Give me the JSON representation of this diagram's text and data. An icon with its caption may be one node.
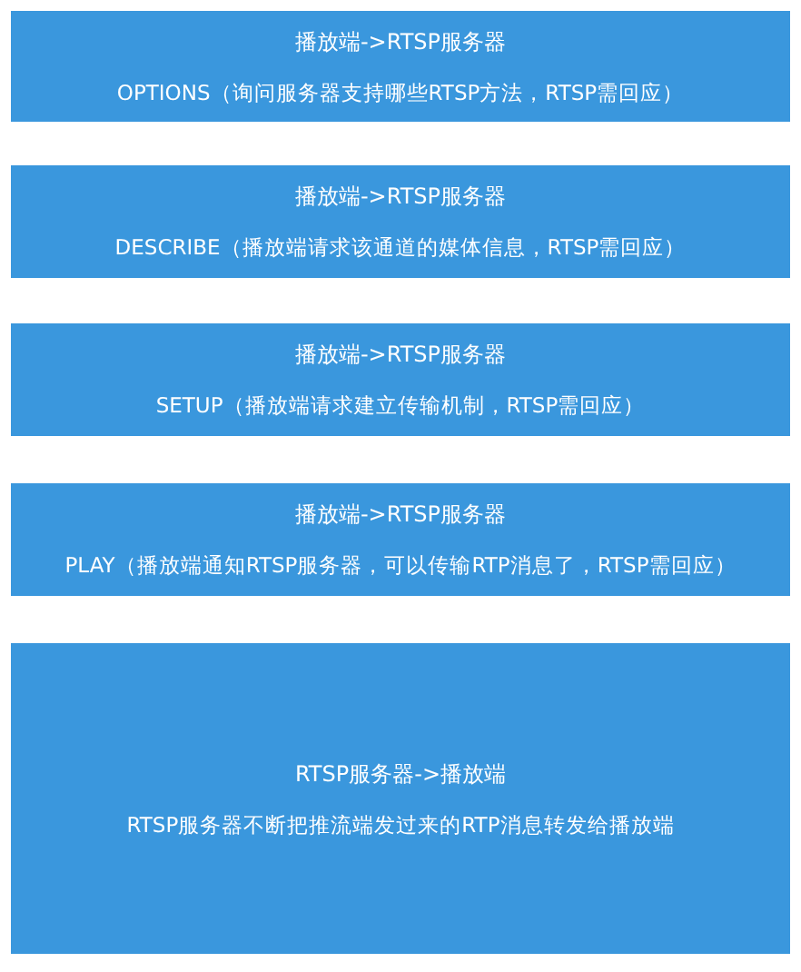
{
  "diagram": {
    "nodes": [
      {
        "text": [
          "播放端->RTSP服务器",
          "OPTIONS（询问服务器支持哪些RTSP方法，RTSP需回应）"
        ]
      },
      {
        "text": [
          "播放端->RTSP服务器",
          "DESCRIBE（播放端请求该通道的媒体信息，RTSP需回应）"
        ]
      },
      {
        "text": [
          "播放端->RTSP服务器",
          "SETUP（播放端请求建立传输机制，RTSP需回应）"
        ]
      },
      {
        "text": [
          "播放端->RTSP服务器",
          "PLAY（播放端通知RTSP服务器，可以传输RTP消息了，RTSP需回应）"
        ]
      },
      {
        "text": [
          "RTSP服务器->播放端",
          "RTSP服务器不断把推流端发过来的RTP消息转发给播放端"
        ]
      }
    ]
  }
}
